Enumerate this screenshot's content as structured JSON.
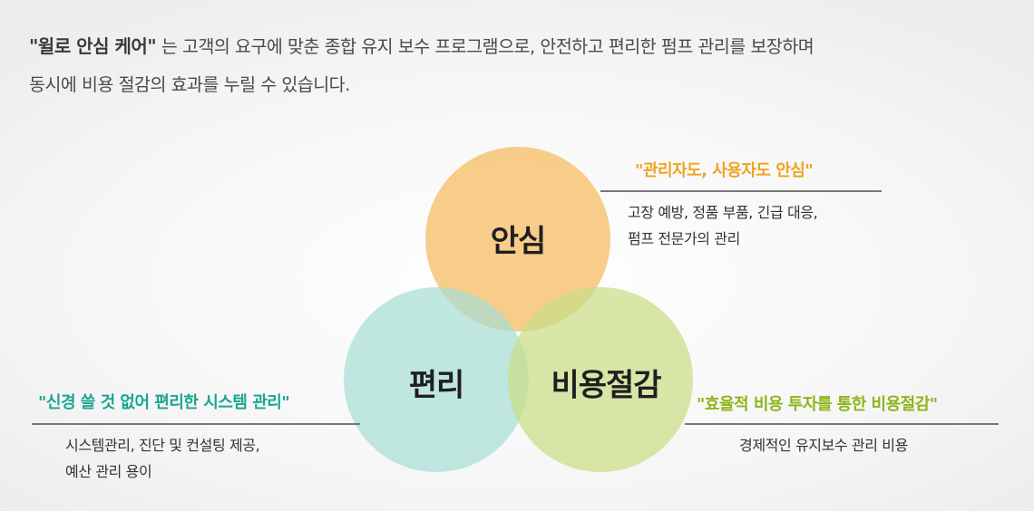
{
  "intro": {
    "highlight": "\"윌로 안심 케어\"",
    "line1_rest": " 는 고객의 요구에 맞춘 종합 유지 보수 프로그램으로, 안전하고 편리한 펌프 관리를 보장하며",
    "line2": "동시에 비용 절감의 효과를 누릴 수 있습니다."
  },
  "circles": {
    "top": {
      "label": "안심",
      "color": "#f6c474"
    },
    "left": {
      "label": "편리",
      "color": "#a8ded4"
    },
    "right": {
      "label": "비용절감",
      "color": "#c9de86"
    }
  },
  "callouts": {
    "top": {
      "title": "\"관리자도, 사용자도 안심\"",
      "title_color": "#f0a321",
      "desc_line1": "고장 예방, 정품 부품, 긴급 대응,",
      "desc_line2": "펌프 전문가의 관리"
    },
    "left": {
      "title": "\"신경 쓸 것 없어 편리한 시스템 관리\"",
      "title_color": "#19a68f",
      "desc_line1": "시스템관리, 진단 및 컨설팅 제공,",
      "desc_line2": "예산 관리 용이"
    },
    "right": {
      "title": "\"효율적 비용 투자를 통한 비용절감\"",
      "title_color": "#8db51b",
      "desc_line1": "경제적인 유지보수 관리 비용"
    }
  }
}
